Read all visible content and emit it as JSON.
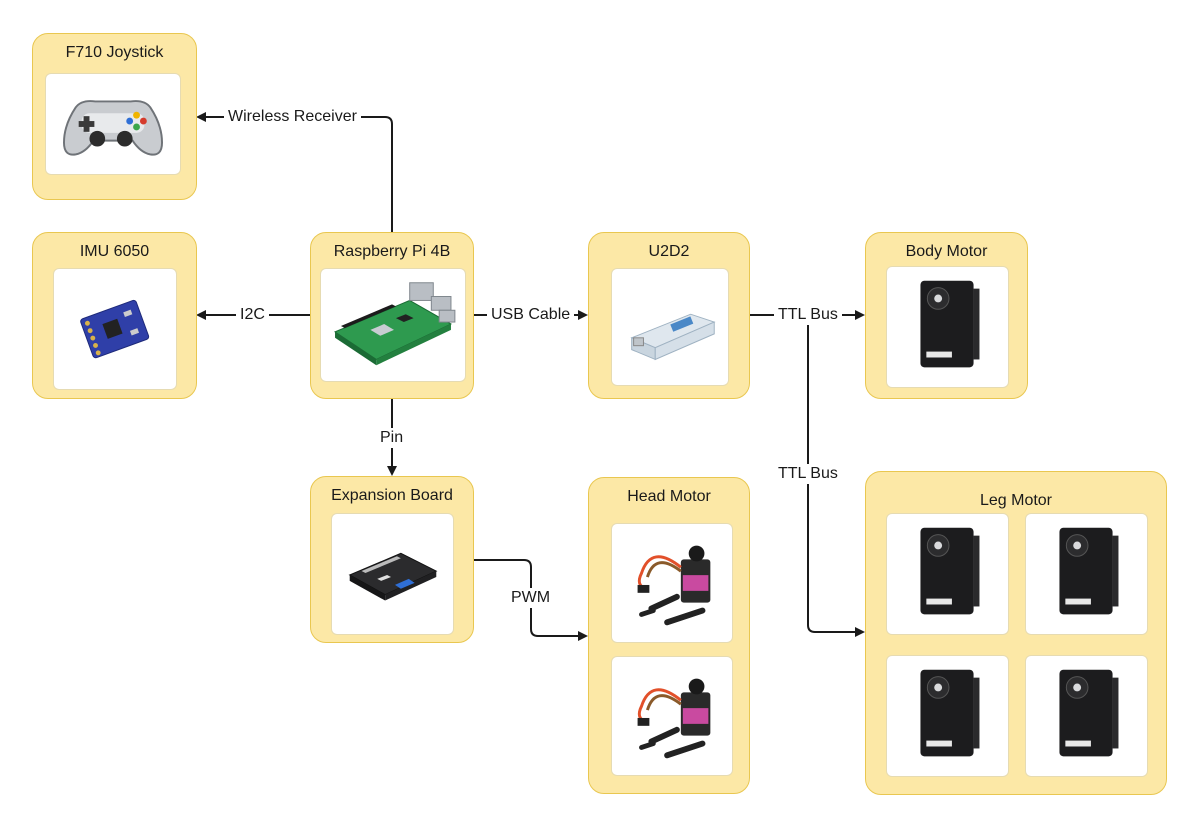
{
  "nodes": {
    "joystick": {
      "title": "F710 Joystick",
      "icon": "gamepad-icon"
    },
    "imu": {
      "title": "IMU 6050",
      "icon": "imu-board-icon"
    },
    "pi": {
      "title": "Raspberry Pi 4B",
      "icon": "raspberry-pi-board-icon"
    },
    "u2d2": {
      "title": "U2D2",
      "icon": "usb-adapter-icon"
    },
    "body_motor": {
      "title": "Body Motor",
      "icon": "servo-motor-icon"
    },
    "expansion": {
      "title": "Expansion Board",
      "icon": "expansion-board-icon"
    },
    "head_motor": {
      "title": "Head Motor",
      "icon": "micro-servo-icon"
    },
    "leg_motor": {
      "title": "Leg Motor",
      "icon": "servo-motor-icon"
    }
  },
  "edges": {
    "wireless": "Wireless Receiver",
    "i2c": "I2C",
    "usb": "USB Cable",
    "ttl_body": "TTL Bus",
    "ttl_leg": "TTL Bus",
    "pin": "Pin",
    "pwm": "PWM"
  },
  "colors": {
    "node_fill": "#fce8a6",
    "node_border": "#e9c750",
    "edge": "#1a1a1a"
  }
}
